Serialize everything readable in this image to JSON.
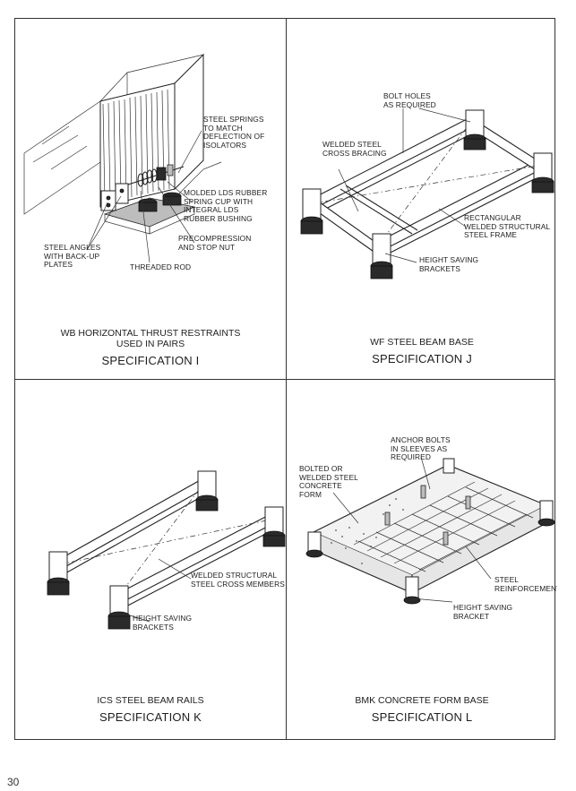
{
  "page_number": "30",
  "panels": {
    "i": {
      "desc_line1": "WB HORIZONTAL THRUST RESTRAINTS",
      "desc_line2": "USED IN PAIRS",
      "spec": "SPECIFICATION I",
      "callouts": {
        "springs": [
          "STEEL SPRINGS",
          "TO MATCH",
          "DEFLECTION OF",
          "ISOLATORS"
        ],
        "cup": [
          "MOLDED LDS RUBBER",
          "SPRING CUP WITH",
          "INTEGRAL LDS",
          "RUBBER BUSHING"
        ],
        "nut": [
          "PRECOMPRESSION",
          "AND STOP NUT"
        ],
        "angles": [
          "STEEL ANGLES",
          "WITH BACK-UP",
          "PLATES"
        ],
        "rod": [
          "THREADED ROD"
        ]
      }
    },
    "j": {
      "desc_line1": "WF STEEL BEAM BASE",
      "spec": "SPECIFICATION J",
      "callouts": {
        "holes": [
          "BOLT HOLES",
          "AS REQUIRED"
        ],
        "bracing": [
          "WELDED STEEL",
          "CROSS BRACING"
        ],
        "frame": [
          "RECTANGULAR",
          "WELDED STRUCTURAL",
          "STEEL FRAME"
        ],
        "brackets": [
          "HEIGHT SAVING",
          "BRACKETS"
        ]
      }
    },
    "k": {
      "desc_line1": "ICS STEEL BEAM RAILS",
      "spec": "SPECIFICATION K",
      "callouts": {
        "members": [
          "WELDED STRUCTURAL",
          "STEEL CROSS MEMBERS"
        ],
        "brackets": [
          "HEIGHT SAVING",
          "BRACKETS"
        ]
      }
    },
    "l": {
      "desc_line1": "BMK CONCRETE FORM BASE",
      "spec": "SPECIFICATION L",
      "callouts": {
        "anchor": [
          "ANCHOR BOLTS",
          "IN SLEEVES AS",
          "REQUIRED"
        ],
        "form": [
          "BOLTED OR",
          "WELDED STEEL",
          "CONCRETE",
          "FORM"
        ],
        "reinf": [
          "STEEL",
          "REINFORCEMENT"
        ],
        "bracket": [
          "HEIGHT SAVING",
          "BRACKET"
        ]
      }
    }
  }
}
